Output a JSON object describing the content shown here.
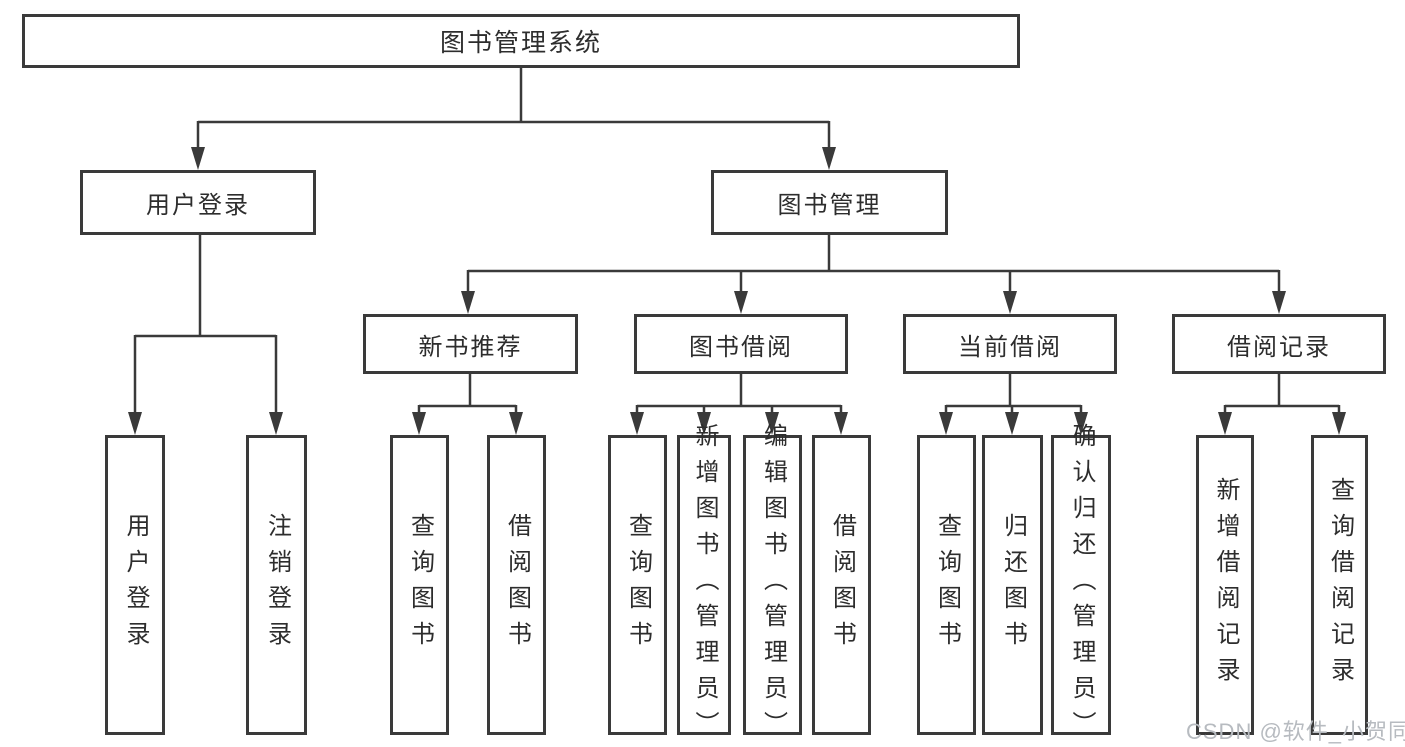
{
  "root": {
    "label": "图书管理系统"
  },
  "branches": {
    "user_login": {
      "label": "用户登录",
      "children": {
        "login": {
          "label": "用户登录"
        },
        "logout": {
          "label": "注销登录"
        }
      }
    },
    "book_management": {
      "label": "图书管理",
      "children": {
        "new_book_recommend": {
          "label": "新书推荐",
          "children": {
            "query_book": {
              "label": "查询图书"
            },
            "borrow_book": {
              "label": "借阅图书"
            }
          }
        },
        "book_borrow": {
          "label": "图书借阅",
          "children": {
            "query_book": {
              "label": "查询图书"
            },
            "add_book": {
              "label": "新增图书（管理员）"
            },
            "edit_book": {
              "label": "编辑图书（管理员）"
            },
            "borrow_book": {
              "label": "借阅图书"
            }
          }
        },
        "current_borrow": {
          "label": "当前借阅",
          "children": {
            "query_book": {
              "label": "查询图书"
            },
            "return_book": {
              "label": "归还图书"
            },
            "confirm_return": {
              "label": "确认归还（管理员）"
            }
          }
        },
        "borrow_record": {
          "label": "借阅记录",
          "children": {
            "add_record": {
              "label": "新增借阅记录"
            },
            "query_record": {
              "label": "查询借阅记录"
            }
          }
        }
      }
    }
  },
  "watermark": {
    "text": "CSDN @软件_小贺同学"
  },
  "colors": {
    "line": "#3a3a3a",
    "text": "#2d2d2d",
    "watermark": "#b7bbc0",
    "background": "#ffffff"
  }
}
